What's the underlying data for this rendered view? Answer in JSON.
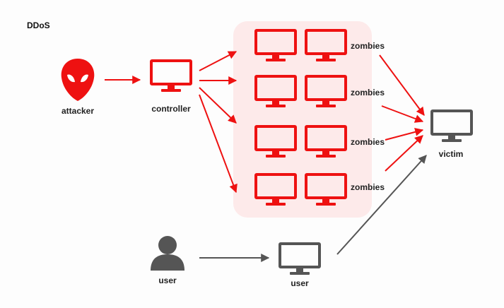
{
  "title": "DDoS",
  "labels": {
    "attacker": "attacker",
    "controller": "controller",
    "zombies": "zombies",
    "victim": "victim",
    "user_person": "user",
    "user_computer": "user"
  },
  "icons": {
    "attacker": "alien-head-icon",
    "controller": "monitor-icon",
    "zombie": "monitor-icon",
    "victim": "monitor-icon",
    "user_person": "person-icon",
    "user_computer": "monitor-icon"
  },
  "colors": {
    "attack": "#ee1111",
    "zombie_area": "#fdeaea",
    "neutral": "#555555"
  }
}
